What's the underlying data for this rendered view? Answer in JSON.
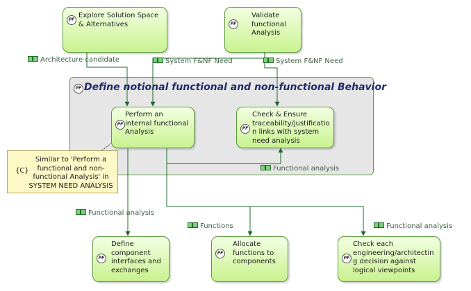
{
  "diagram": {
    "container": {
      "title": "Define notional functional and non-functional Behavior",
      "icon": "pf-icon"
    },
    "nodes": {
      "explore": {
        "line1": "Explore Solution Space",
        "line2": "& Alternatives",
        "icon": "pf-icon"
      },
      "validate": {
        "line1": "Validate",
        "line2": "functional",
        "line3": "Analysis",
        "icon": "pf-icon"
      },
      "perform": {
        "line1": "Perform an",
        "line2": "internal functional",
        "line3": "Analysis",
        "icon": "pf-icon"
      },
      "check_trace": {
        "line1": "Check & Ensure",
        "line2": "traceability/justificatio",
        "line3": "n links with system",
        "line4": "need analysis",
        "icon": "pf-icon"
      },
      "define_iface": {
        "line1": "Define",
        "line2": "component",
        "line3": "interfaces and",
        "line4": "exchanges",
        "icon": "pf-icon"
      },
      "allocate": {
        "line1": "Allocate",
        "line2": "functions to",
        "line3": "components",
        "icon": "pf-icon"
      },
      "check_each": {
        "line1": "Check each",
        "line2": "engineering/architectin",
        "line3": "g decision against",
        "line4": "logical viewpoints",
        "icon": "pf-icon"
      }
    },
    "flows": {
      "architecture_candidate": "Architecture candidate",
      "system_need_1": "System F&NF Need",
      "system_need_2": "System F&NF Need",
      "functional_analysis_inner": "Functional analysis",
      "functional_analysis_left": "Functional analysis",
      "functions": "Functions",
      "functional_analysis_right": "Functional analysis"
    },
    "note": {
      "tag": "{C}",
      "line1": "Similar to 'Perform a",
      "line2": "functional and non-",
      "line3": "functional Analysis' in",
      "line4": "SYSTEM NEED ANALYSIS"
    },
    "colors": {
      "node_border": "#5b9b3a",
      "node_fill": "#c9f28f",
      "wire": "#1e6b2c",
      "container_fill": "#e6e6e6",
      "title": "#1f2a6b",
      "note_fill": "#fff8c7"
    }
  }
}
